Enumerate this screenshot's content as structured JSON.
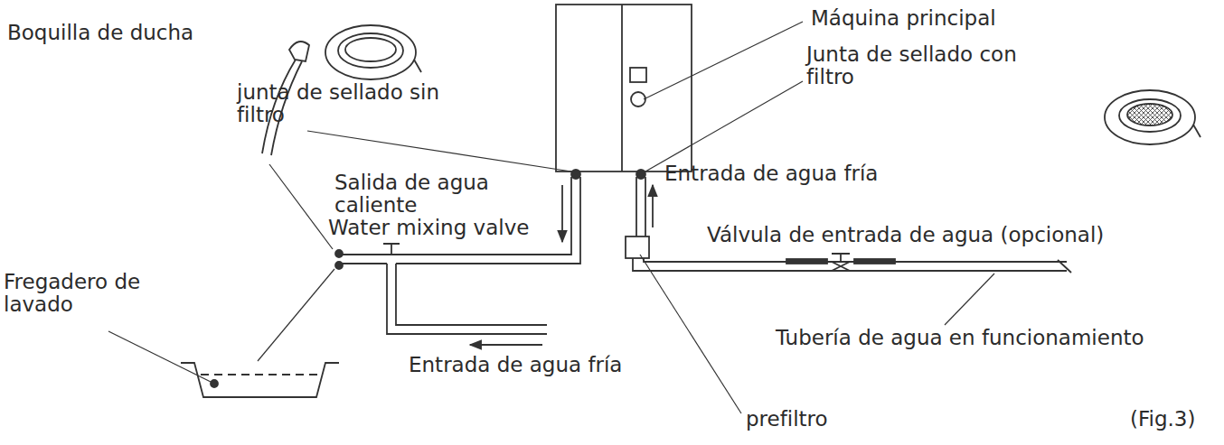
{
  "diagram": {
    "caption": "(Fig.3)",
    "labels": [
      "Boquilla de ducha",
      "Máquina principal",
      "junta de sellado sin filtro",
      "Junta de sellado con filtro",
      "Salida de agua caliente",
      "Entrada de agua fría",
      "Water mixing valve",
      "Válvula de entrada de agua (opcional)",
      "Fregadero de lavado",
      "Tubería de agua en funcionamiento",
      "Entrada de agua fría",
      "prefiltro"
    ]
  }
}
